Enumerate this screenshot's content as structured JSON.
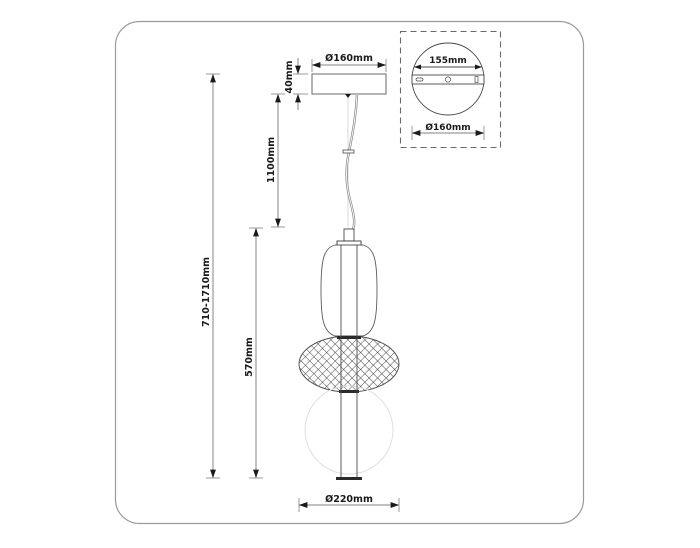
{
  "drawing": {
    "title": "Pendant lamp dimension drawing",
    "frame": {
      "stroke": "#9a9a9a"
    },
    "line_color": "#9a9a9a",
    "ink_color": "#1a1a1a"
  },
  "dimensions": {
    "canopy_diameter": "Ø160mm",
    "canopy_height": "40mm",
    "cable_length": "1100mm",
    "total_height": "710-1710mm",
    "body_height": "570mm",
    "shade_diameter": "Ø220mm"
  },
  "inset": {
    "mount_bar_width": "155mm",
    "canopy_diameter": "Ø160mm"
  }
}
